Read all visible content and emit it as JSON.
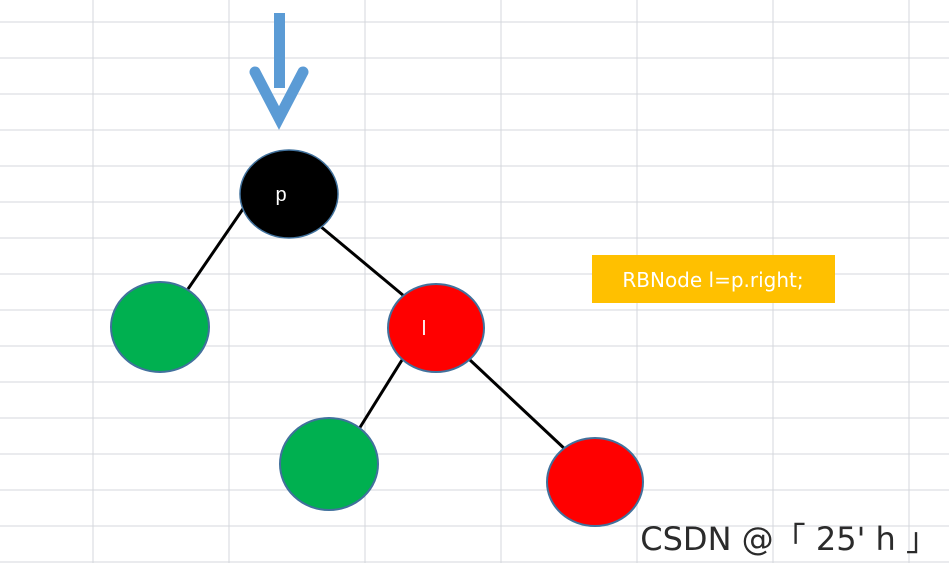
{
  "diagram": {
    "nodes": {
      "p": {
        "label": "p",
        "color": "#000000"
      },
      "l": {
        "label": "l",
        "color": "#ff0000"
      },
      "p_left": {
        "label": "",
        "color": "#00b050"
      },
      "l_left": {
        "label": "",
        "color": "#00b050"
      },
      "l_right": {
        "label": "",
        "color": "#ff0000"
      }
    },
    "edges": [
      {
        "from": "p",
        "to": "p_left"
      },
      {
        "from": "p",
        "to": "l"
      },
      {
        "from": "l",
        "to": "l_left"
      },
      {
        "from": "l",
        "to": "l_right"
      }
    ],
    "pointer_arrow_color": "#5b9bd5",
    "code_box": {
      "text": "RBNode l=p.right;",
      "background": "#ffc000"
    },
    "watermark": "CSDN @「 25' h 」",
    "grid_color": "#d4d7dc",
    "node_border_color": "#41719c"
  }
}
